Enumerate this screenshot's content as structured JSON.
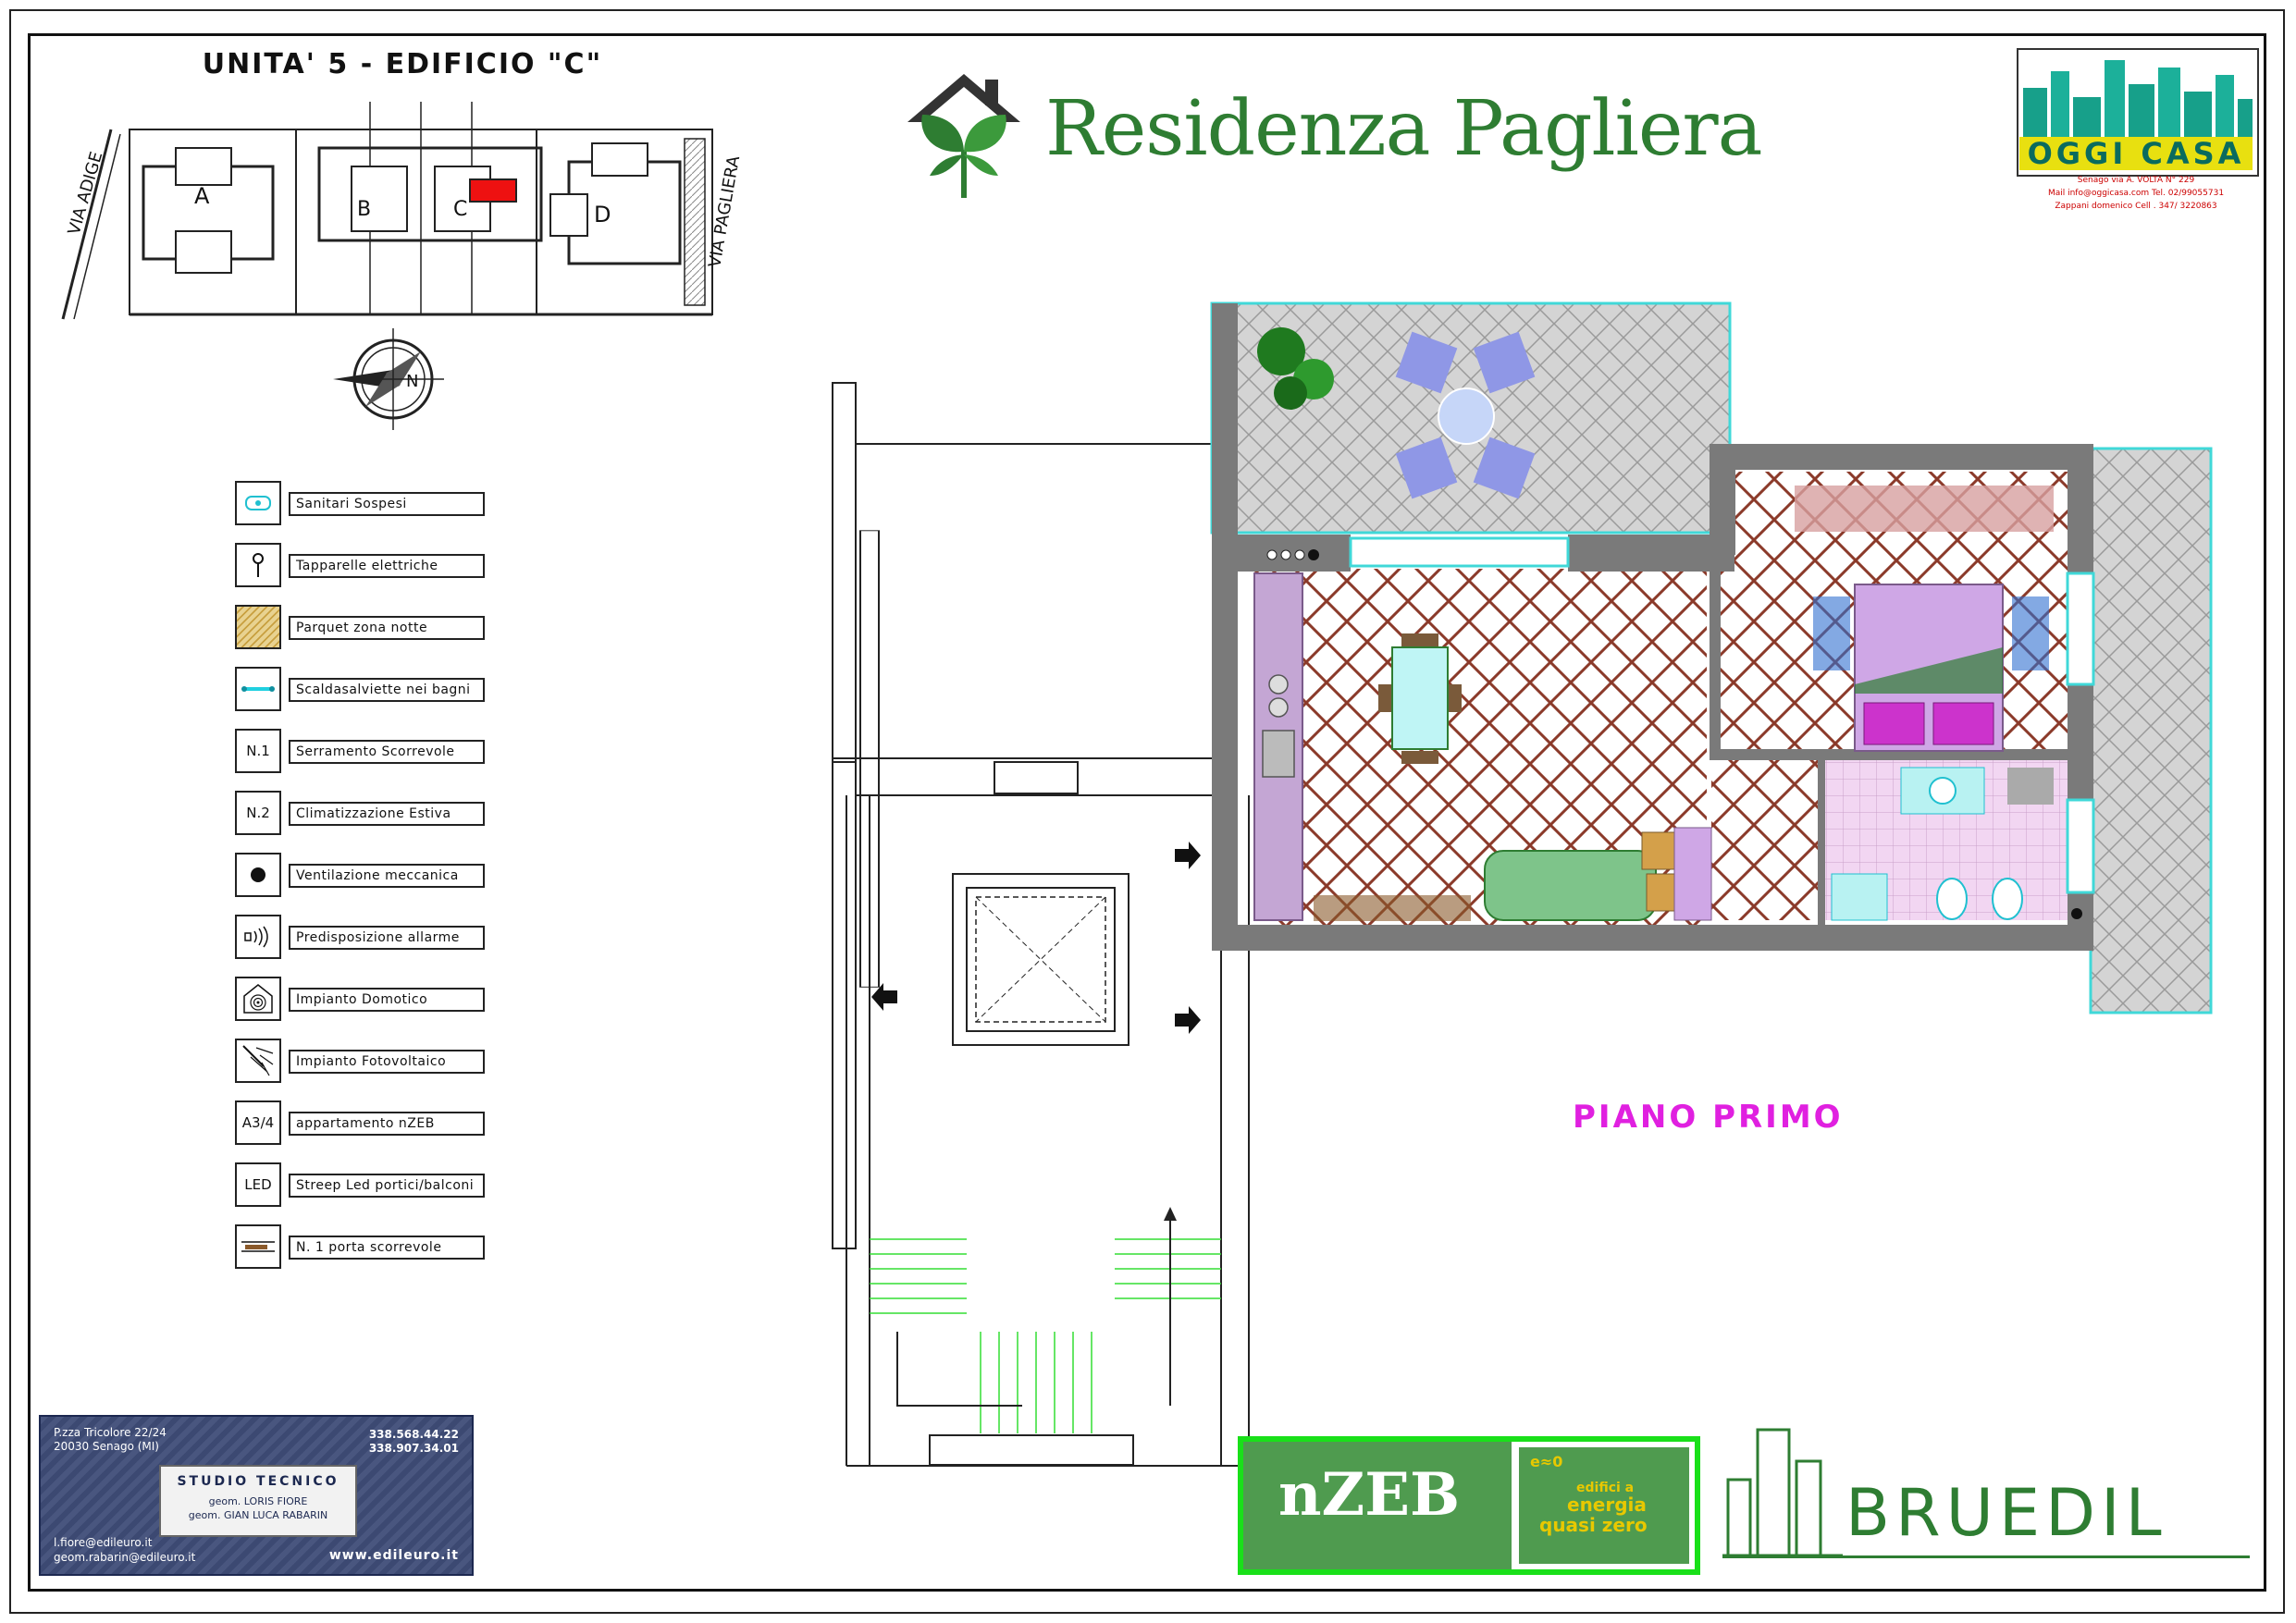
{
  "header": {
    "unit_title": "UNITA' 5 - EDIFICIO \"C\"",
    "brand_title": "Residenza Pagliera",
    "floor_label": "PIANO PRIMO"
  },
  "site_plan": {
    "street_left": "VIA ADIGE",
    "street_right": "VIA PAGLIERA",
    "buildings": [
      "A",
      "B",
      "C",
      "D"
    ],
    "compass_label": "N"
  },
  "agency": {
    "name": "OGGI CASA",
    "line1": "Senago via A. VOLTA N° 229",
    "line2": "Mail info@oggicasa.com Tel. 02/99055731",
    "line3": "Zappani domenico Cell . 347/ 3220863"
  },
  "legend": [
    {
      "symbol": "",
      "icon": "suspended-sanitary-icon",
      "label": "Sanitari Sospesi"
    },
    {
      "symbol": "",
      "icon": "electric-shutter-icon",
      "label": "Tapparelle elettriche"
    },
    {
      "symbol": "",
      "icon": "parquet-icon",
      "label": "Parquet zona notte"
    },
    {
      "symbol": "",
      "icon": "towel-warmer-icon",
      "label": "Scaldasalviette nei bagni"
    },
    {
      "symbol": "N.1",
      "icon": "",
      "label": "Serramento Scorrevole"
    },
    {
      "symbol": "N.2",
      "icon": "",
      "label": "Climatizzazione Estiva"
    },
    {
      "symbol": "",
      "icon": "ventilation-dot-icon",
      "label": "Ventilazione meccanica"
    },
    {
      "symbol": "",
      "icon": "alarm-speaker-icon",
      "label": "Predisposizione allarme"
    },
    {
      "symbol": "",
      "icon": "home-automation-icon",
      "label": "Impianto Domotico"
    },
    {
      "symbol": "",
      "icon": "solar-panel-icon",
      "label": "Impianto Fotovoltaico"
    },
    {
      "symbol": "A3/4",
      "icon": "",
      "label": "appartamento nZEB"
    },
    {
      "symbol": "LED",
      "icon": "",
      "label": "Streep Led portici/balconi"
    },
    {
      "symbol": "",
      "icon": "sliding-door-icon",
      "label": "N. 1 porta scorrevole"
    }
  ],
  "studio": {
    "address_line1": "P.zza Tricolore 22/24",
    "address_line2": "20030 Senago (MI)",
    "phone1": "338.568.44.22",
    "phone2": "338.907.34.01",
    "card_title": "STUDIO TECNICO",
    "name1": "geom. LORIS FIORE",
    "name2": "geom. GIAN LUCA RABARIN",
    "email1": "l.fiore@edileuro.it",
    "email2": "geom.rabarin@edileuro.it",
    "website": "www.edileuro.it"
  },
  "badges": {
    "nzeb": "nZEB",
    "nzeb_symbol": "e≈0",
    "nzeb_tagline1": "edifici a",
    "nzeb_tagline2": "energia",
    "nzeb_tagline3": "quasi zero",
    "builder": "BRUEDIL"
  },
  "colors": {
    "wall": "#7a7a7a",
    "floor_tile_line": "#8b3a2a",
    "terrace_pattern": "#bcbcbc",
    "window": "#40d8d8",
    "stairs": "#33dd33",
    "accent_magenta": "#e020e0",
    "brand_green": "#2e7d32",
    "marker_red": "#ee1111"
  }
}
